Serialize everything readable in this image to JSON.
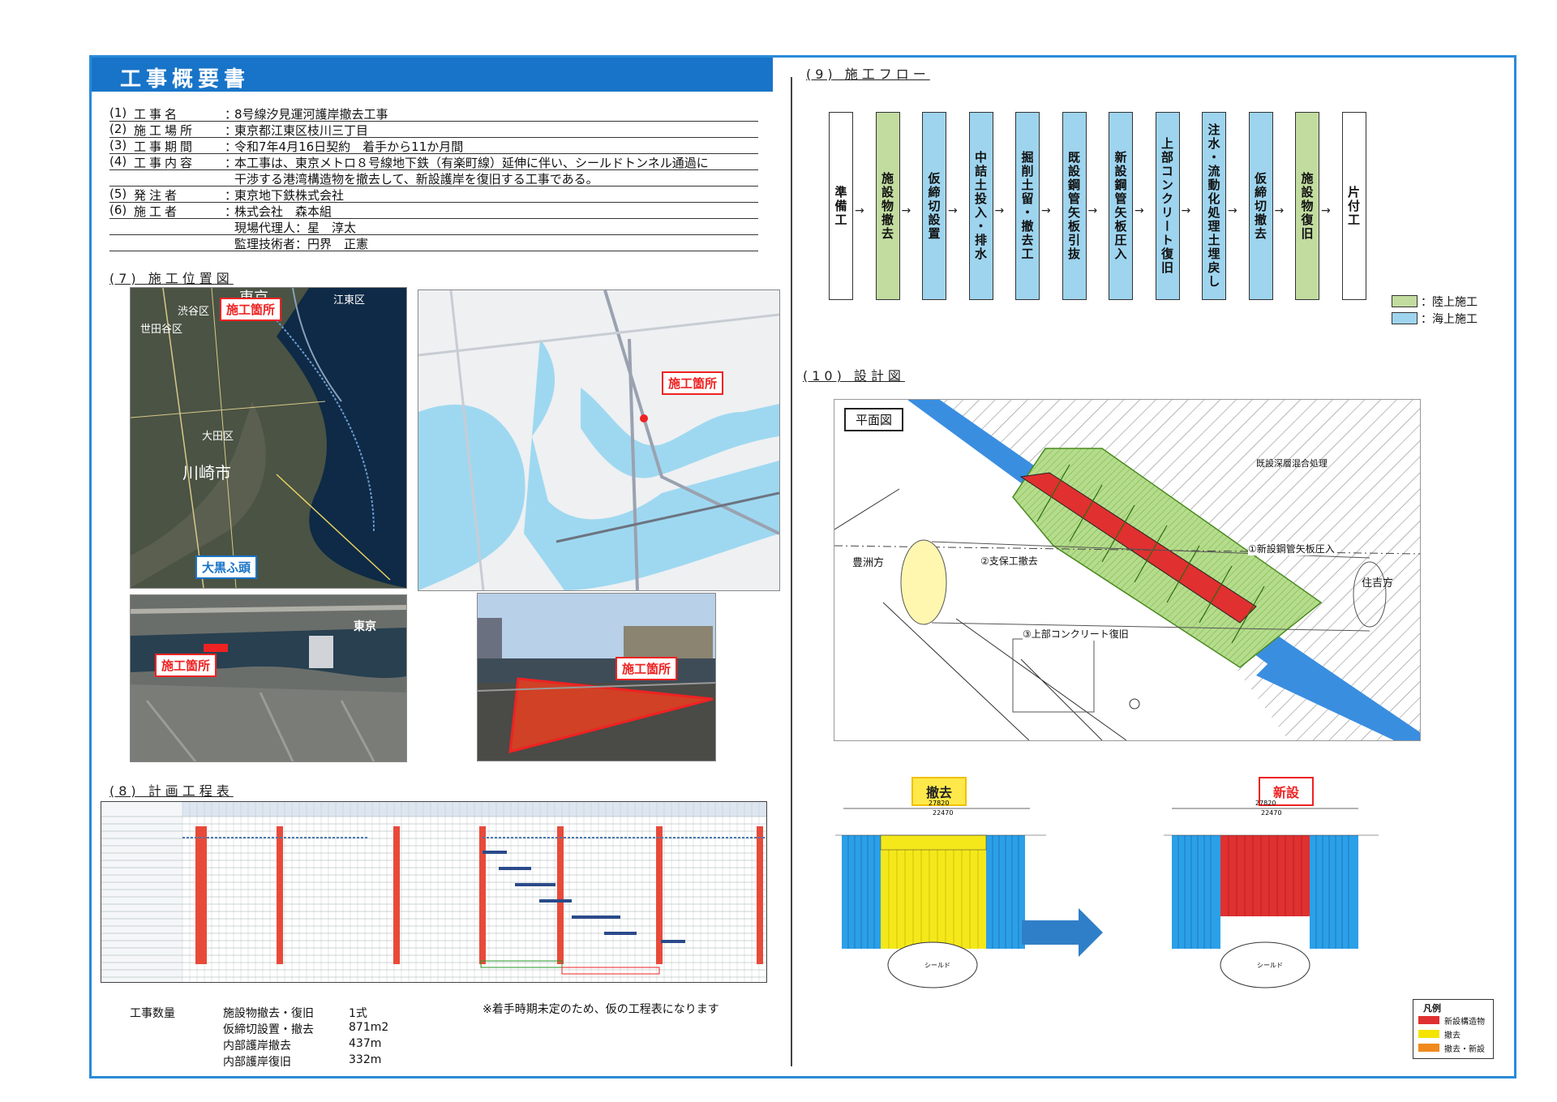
{
  "header": {
    "title": "工事概要書"
  },
  "overview": {
    "rows": [
      {
        "num": "(1)",
        "label": "工事名",
        "value": "8号線汐見運河護岸撤去工事"
      },
      {
        "num": "(2)",
        "label": "施工場所",
        "value": "東京都江東区枝川三丁目"
      },
      {
        "num": "(3)",
        "label": "工事期間",
        "value": "令和7年4月16日契約　着手から11か月間"
      },
      {
        "num": "(4)",
        "label": "工事内容",
        "value": "本工事は、東京メトロ８号線地下鉄（有楽町線）延伸に伴い、シールドトンネル通過に"
      },
      {
        "num": "",
        "label": "",
        "value": "干渉する港湾構造物を撤去して、新設護岸を復旧する工事である。"
      },
      {
        "num": "(5)",
        "label": "発注者",
        "value": "東京地下鉄株式会社"
      },
      {
        "num": "(6)",
        "label": "施工者",
        "value": "株式会社　森本組"
      },
      {
        "num": "",
        "label": "",
        "value": "現場代理人：星　淳太"
      },
      {
        "num": "",
        "label": "",
        "value": "監理技術者：円界　正憲"
      }
    ]
  },
  "location": {
    "label": "(7) 施工位置図",
    "map1": {
      "tag": "施工箇所",
      "areas": [
        "渋谷区",
        "江東区",
        "世田谷区",
        "大田区",
        "川崎市",
        "東京"
      ],
      "port": "大黒ふ頭"
    },
    "map2": {
      "tag": "施工箇所"
    },
    "map3": {
      "tag": "施工箇所",
      "city": "東京"
    },
    "map4": {
      "tag": "施工箇所"
    }
  },
  "schedule": {
    "label": "(8) 計画工程表",
    "note": "※着手時期未定のため、仮の工程表になります",
    "quantity_title": "工事数量",
    "quantities": [
      {
        "item": "施設物撤去・復旧",
        "value": "1式"
      },
      {
        "item": "仮締切設置・撤去",
        "value": "871m2"
      },
      {
        "item": "内部護岸撤去",
        "value": "437m"
      },
      {
        "item": "内部護岸復旧",
        "value": "332m"
      }
    ]
  },
  "flow": {
    "label": "(9) 施工フロー",
    "steps": [
      {
        "text": "準備工",
        "type": "none"
      },
      {
        "text": "施設物撤去",
        "type": "land"
      },
      {
        "text": "仮締切設置",
        "type": "sea"
      },
      {
        "text": "中詰土投入・排水",
        "type": "sea"
      },
      {
        "text": "掘削土留・撤去工",
        "type": "sea"
      },
      {
        "text": "既設鋼管矢板引抜",
        "type": "sea"
      },
      {
        "text": "新設鋼管矢板圧入",
        "type": "sea"
      },
      {
        "text": "上部コンクリート復旧",
        "type": "sea"
      },
      {
        "text": "注水・流動化処理土埋戻し",
        "type": "sea"
      },
      {
        "text": "仮締切撤去",
        "type": "sea"
      },
      {
        "text": "施設物復旧",
        "type": "land"
      },
      {
        "text": "片付工",
        "type": "none"
      }
    ],
    "legend": [
      {
        "label": "：陸上施工",
        "color": "#c2dca0"
      },
      {
        "label": "：海上施工",
        "color": "#9ed4ee"
      }
    ]
  },
  "design": {
    "label": "(10) 設計図",
    "plan_title": "平面図",
    "left_dir": "豊洲方",
    "right_dir": "住吉方",
    "notes": [
      "①新設鋼管矢板圧入",
      "②支保工撤去",
      "③上部コンクリート復旧"
    ],
    "existing_note": "既設深層混合処理",
    "section_remove": "撤去",
    "section_new": "新設",
    "dim_width": "27820",
    "dim_inner": "22470",
    "shield": "シールド",
    "legend_title": "凡例",
    "legend": [
      {
        "label": "新設構造物",
        "color": "#e03030"
      },
      {
        "label": "撤去",
        "color": "#f4e400"
      },
      {
        "label": "撤去・新設",
        "color": "#f08a1c"
      }
    ]
  },
  "colors": {
    "accent": "#1874c8",
    "red": "#e22222",
    "land": "#c2dca0",
    "sea": "#9ed4ee"
  }
}
